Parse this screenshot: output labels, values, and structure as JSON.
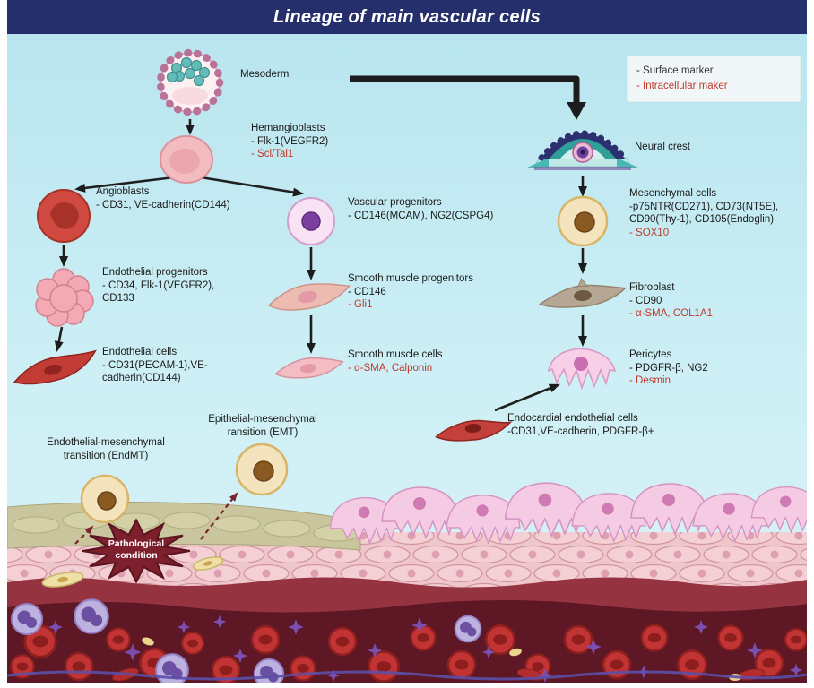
{
  "title": "Lineage of main vascular cells",
  "legend": {
    "surface": "- Surface marker",
    "intracellular": "- Intracellular maker"
  },
  "nodes": {
    "mesoderm": {
      "name": "Mesoderm"
    },
    "hemangioblasts": {
      "name": "Hemangioblasts",
      "black": [
        "- Flk-1(VEGFR2)"
      ],
      "red": [
        "- Scl/Tal1"
      ]
    },
    "angioblasts": {
      "name": "Angioblasts",
      "black": [
        "- CD31, VE-cadherin(CD144)"
      ]
    },
    "endothelial_progenitors": {
      "name": "Endothelial progenitors",
      "black": [
        "- CD34, Flk-1(VEGFR2),",
        "CD133"
      ]
    },
    "endothelial_cells": {
      "name": "Endothelial cells",
      "black": [
        "- CD31(PECAM-1),VE-",
        "cadherin(CD144)"
      ]
    },
    "vascular_progenitors": {
      "name": "Vascular progenitors",
      "black": [
        "- CD146(MCAM), NG2(CSPG4)"
      ]
    },
    "smooth_muscle_progenitors": {
      "name": "Smooth muscle progenitors",
      "black": [
        "- CD146"
      ],
      "red": [
        "- Gli1"
      ]
    },
    "smooth_muscle_cells": {
      "name": "Smooth muscle cells",
      "red": [
        "- α-SMA, Calponin"
      ]
    },
    "neural_crest": {
      "name": "Neural crest"
    },
    "mesenchymal_cells": {
      "name": "Mesenchymal cells",
      "black": [
        "-p75NTR(CD271), CD73(NT5E),",
        "CD90(Thy-1), CD105(Endoglin)"
      ],
      "red": [
        "- SOX10"
      ]
    },
    "fibroblast": {
      "name": "Fibroblast",
      "black": [
        "- CD90"
      ],
      "red": [
        "- α-SMA, COL1A1"
      ]
    },
    "pericytes": {
      "name": "Pericytes",
      "black": [
        "- PDGFR-β, NG2"
      ],
      "red": [
        "- Desmin"
      ]
    },
    "endocardial_endothelial_cells": {
      "name": "Endocardial endothelial cells",
      "black": [
        "-CD31,VE-cadherin, PDGFR-β+"
      ]
    }
  },
  "annotations": {
    "endmt": [
      "Endothelial-mesenchymal",
      "transition (EndMT)"
    ],
    "emt": [
      "Epithelial-mesenchymal",
      "ransition (EMT)"
    ],
    "pathological": [
      "Pathological",
      "condition"
    ]
  },
  "colors": {
    "banner": "#252f6b",
    "intracellular_red": "#c0392b",
    "background_top": "#b7e4ee",
    "vessel_dark": "#5e1724"
  }
}
